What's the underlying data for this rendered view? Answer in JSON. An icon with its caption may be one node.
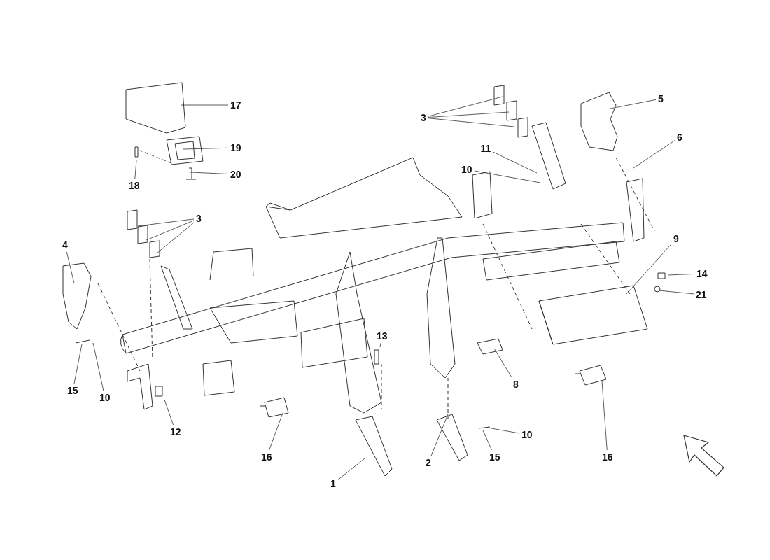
{
  "diagram": {
    "nodes": [
      {
        "text": [
          "17"
        ]
      },
      {
        "text": [
          "3"
        ]
      },
      {
        "text": [
          "5"
        ]
      },
      {
        "text": [
          "6"
        ]
      },
      {
        "text": [
          "19"
        ]
      },
      {
        "text": [
          "11"
        ]
      },
      {
        "text": [
          "10"
        ]
      },
      {
        "text": [
          "20"
        ]
      },
      {
        "text": [
          "18"
        ]
      },
      {
        "text": [
          "3"
        ]
      },
      {
        "text": [
          "9"
        ]
      },
      {
        "text": [
          "4"
        ]
      },
      {
        "text": [
          "14"
        ]
      },
      {
        "text": [
          "21"
        ]
      },
      {
        "text": [
          "13"
        ]
      },
      {
        "text": [
          "8"
        ]
      },
      {
        "text": [
          "15"
        ]
      },
      {
        "text": [
          "10"
        ]
      },
      {
        "text": [
          "12"
        ]
      },
      {
        "text": [
          "10"
        ]
      },
      {
        "text": [
          "16"
        ]
      },
      {
        "text": [
          "16"
        ]
      },
      {
        "text": [
          "15"
        ]
      },
      {
        "text": [
          "2"
        ]
      },
      {
        "text": [
          "1"
        ]
      }
    ],
    "edges": [
      {
        "from": 0,
        "to": null,
        "arrow": "none"
      },
      {
        "from": 1,
        "to": null,
        "arrow": "none"
      },
      {
        "from": 1,
        "to": null,
        "arrow": "none"
      },
      {
        "from": 1,
        "to": null,
        "arrow": "none"
      },
      {
        "from": 2,
        "to": null,
        "arrow": "none"
      },
      {
        "from": 3,
        "to": null,
        "arrow": "none"
      },
      {
        "from": 4,
        "to": null,
        "arrow": "none"
      },
      {
        "from": 5,
        "to": null,
        "arrow": "none"
      },
      {
        "from": 6,
        "to": null,
        "arrow": "none"
      },
      {
        "from": 7,
        "to": null,
        "arrow": "none"
      },
      {
        "from": 8,
        "to": null,
        "arrow": "none"
      },
      {
        "from": 9,
        "to": null,
        "arrow": "none"
      },
      {
        "from": 9,
        "to": null,
        "arrow": "none"
      },
      {
        "from": 9,
        "to": null,
        "arrow": "none"
      },
      {
        "from": 10,
        "to": null,
        "arrow": "none"
      },
      {
        "from": 11,
        "to": null,
        "arrow": "none"
      },
      {
        "from": 12,
        "to": null,
        "arrow": "none"
      },
      {
        "from": 13,
        "to": null,
        "arrow": "none"
      },
      {
        "from": 14,
        "to": null,
        "arrow": "none"
      },
      {
        "from": 15,
        "to": null,
        "arrow": "none"
      },
      {
        "from": 16,
        "to": null,
        "arrow": "none"
      },
      {
        "from": 17,
        "to": null,
        "arrow": "none"
      },
      {
        "from": 18,
        "to": null,
        "arrow": "none"
      },
      {
        "from": 19,
        "to": null,
        "arrow": "none"
      },
      {
        "from": 20,
        "to": null,
        "arrow": "none"
      },
      {
        "from": 21,
        "to": null,
        "arrow": "none"
      },
      {
        "from": 22,
        "to": null,
        "arrow": "none"
      },
      {
        "from": 23,
        "to": null,
        "arrow": "none"
      },
      {
        "from": 24,
        "to": null,
        "arrow": "none"
      }
    ]
  }
}
